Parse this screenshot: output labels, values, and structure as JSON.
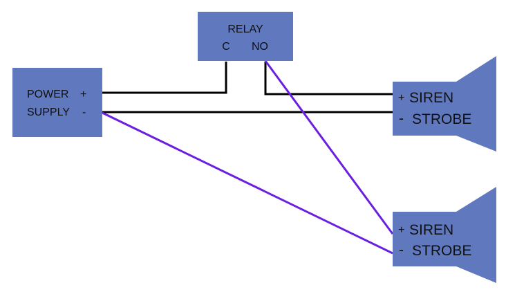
{
  "colors": {
    "block": "#5f78be",
    "wire_black": "#000000",
    "wire_purple": "#6a1fe0"
  },
  "power_supply": {
    "line1": "POWER",
    "plus": "+",
    "line2": "SUPPLY",
    "minus": "-"
  },
  "relay": {
    "title": "RELAY",
    "c": "C",
    "no": "NO"
  },
  "sirens": [
    {
      "plus": "+",
      "siren": "SIREN",
      "minus": "-",
      "strobe": "STROBE"
    },
    {
      "plus": "+",
      "siren": "SIREN",
      "minus": "-",
      "strobe": "STROBE"
    }
  ]
}
